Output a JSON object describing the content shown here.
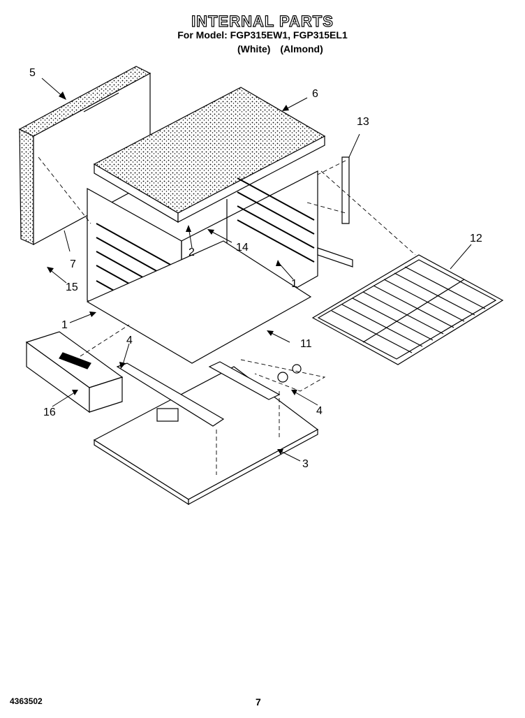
{
  "header": {
    "title": "INTERNAL PARTS",
    "subtitle": "For Model: FGP315EW1, FGP315EL1",
    "variant_white": "(White)",
    "variant_almond": "(Almond)"
  },
  "callouts": {
    "c5": "5",
    "c6": "6",
    "c13": "13",
    "c12": "12",
    "c7": "7",
    "c15": "15",
    "c2": "2",
    "c14": "14",
    "c1a": "1",
    "c1b": "1",
    "c11": "11",
    "c4a": "4",
    "c4b": "4",
    "c16": "16",
    "c3": "3"
  },
  "footer": {
    "doc_number": "4363502",
    "page_number": "7"
  },
  "icons": [
    "exploded-parts-drawing"
  ]
}
